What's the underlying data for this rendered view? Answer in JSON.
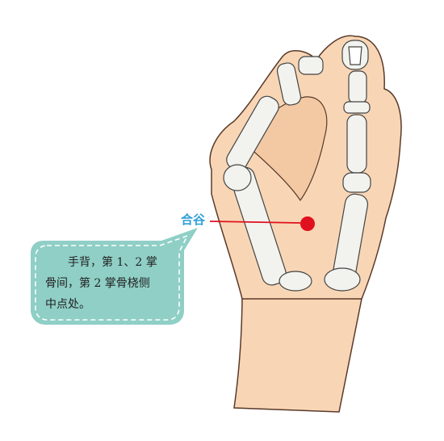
{
  "acupoint": {
    "name": "合谷",
    "color": "#e0101e"
  },
  "callout": {
    "line1": "手背，第 1、2 掌",
    "line2": "骨间，第 2 掌骨桡侧",
    "line3": "中点处。",
    "fill": "#8fcfc6",
    "border": "#ffffff"
  },
  "colors": {
    "skin": "#f8d6b5",
    "skin_outline": "#5a3a2a",
    "bone": "#f2f2ee",
    "label": "#2f9fd8"
  }
}
